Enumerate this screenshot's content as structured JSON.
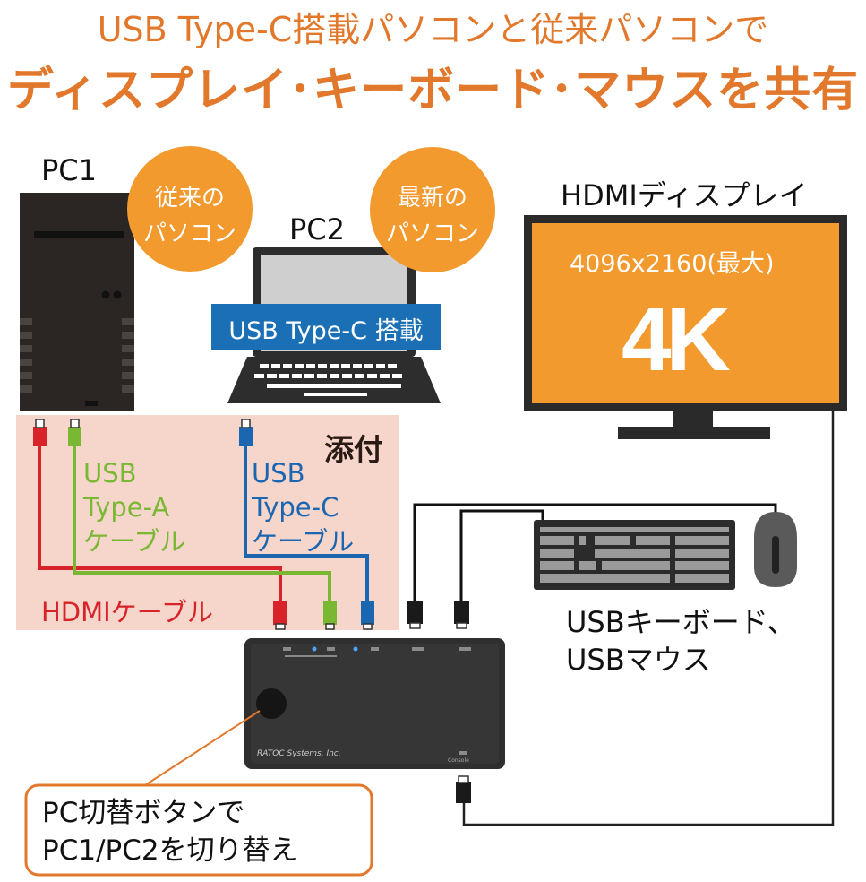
{
  "title": {
    "line1": "USB Type-C搭載パソコンと従来パソコンで",
    "line2": "ディスプレイ･キーボード･マウスを共有"
  },
  "pc1": {
    "label": "PC1",
    "badge_line1": "従来の",
    "badge_line2": "パソコン"
  },
  "pc2": {
    "label": "PC2",
    "badge_line1": "最新の",
    "badge_line2": "パソコン",
    "tag": "USB Type-C 搭載"
  },
  "display": {
    "label": "HDMIディスプレイ",
    "resolution": "4096x2160(最大)",
    "badge": "4K"
  },
  "included": {
    "title": "添付",
    "usb_a_line1": "USB",
    "usb_a_line2": "Type-A",
    "usb_a_line3": "ケーブル",
    "usb_c_line1": "USB",
    "usb_c_line2": "Type-C",
    "usb_c_line3": "ケーブル",
    "hdmi": "HDMIケーブル"
  },
  "peripherals": {
    "line1": "USBキーボード、",
    "line2": "USBマウス"
  },
  "device": {
    "brand": "RATOC Systems, Inc.",
    "console_label": "Console"
  },
  "callout": {
    "line1": "PC切替ボタンで",
    "line2": "PC1/PC2を切り替え"
  },
  "colors": {
    "accent": "#e2782b",
    "hdmi_red": "#d8232a",
    "usb_a_green": "#7ab833",
    "usb_c_blue": "#1b66b1",
    "tag_blue": "#1b6fb5",
    "panel_pink": "#f6d5cb"
  }
}
